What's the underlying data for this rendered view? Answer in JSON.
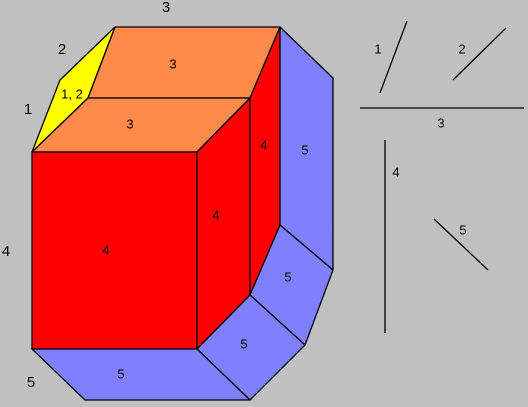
{
  "colors": {
    "background": "#c0c0c0",
    "yellow": "#ffff00",
    "orange": "#ff8a4a",
    "red": "#ff0000",
    "blue": "#8080ff",
    "line": "#000000"
  },
  "solid": {
    "face_labels": {
      "yellow": "1, 2",
      "orange_back": "3",
      "orange_front": "3",
      "red_front": "4",
      "red_side": "4",
      "red_back": "4",
      "blue_right_upper": "5",
      "blue_right_middle": "5",
      "blue_right_lower": "5",
      "blue_bottom": "5"
    },
    "edge_labels": {
      "top": "3",
      "upper_left": "2",
      "left_short": "1",
      "left_long": "4",
      "bottom_left": "5"
    }
  },
  "legend": {
    "labels": {
      "one": "1",
      "two": "2",
      "three": "3",
      "four": "4",
      "five": "5"
    }
  }
}
